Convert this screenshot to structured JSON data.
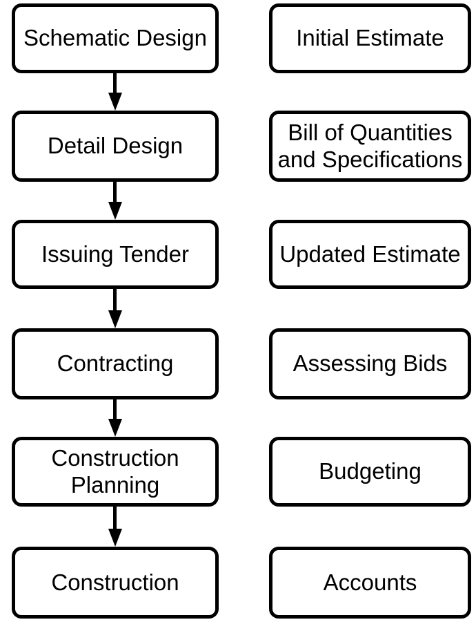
{
  "diagram": {
    "type": "flowchart",
    "colors": {
      "background": "#ffffff",
      "stroke": "#000000",
      "text": "#000000"
    },
    "process_column": {
      "items": [
        {
          "label": "Schematic Design"
        },
        {
          "label": "Detail Design"
        },
        {
          "label": "Issuing Tender"
        },
        {
          "label": "Contracting"
        },
        {
          "label": "Construction\nPlanning"
        },
        {
          "label": "Construction"
        }
      ]
    },
    "output_column": {
      "items": [
        {
          "label": "Initial Estimate"
        },
        {
          "label": "Bill of Quantities\nand Specifications"
        },
        {
          "label": "Updated Estimate"
        },
        {
          "label": "Assessing Bids"
        },
        {
          "label": "Budgeting"
        },
        {
          "label": "Accounts"
        }
      ]
    },
    "arrows": [
      {
        "from": "Schematic Design",
        "to": "Detail Design"
      },
      {
        "from": "Detail Design",
        "to": "Issuing Tender"
      },
      {
        "from": "Issuing Tender",
        "to": "Contracting"
      },
      {
        "from": "Contracting",
        "to": "Construction Planning"
      },
      {
        "from": "Construction Planning",
        "to": "Construction"
      }
    ]
  }
}
